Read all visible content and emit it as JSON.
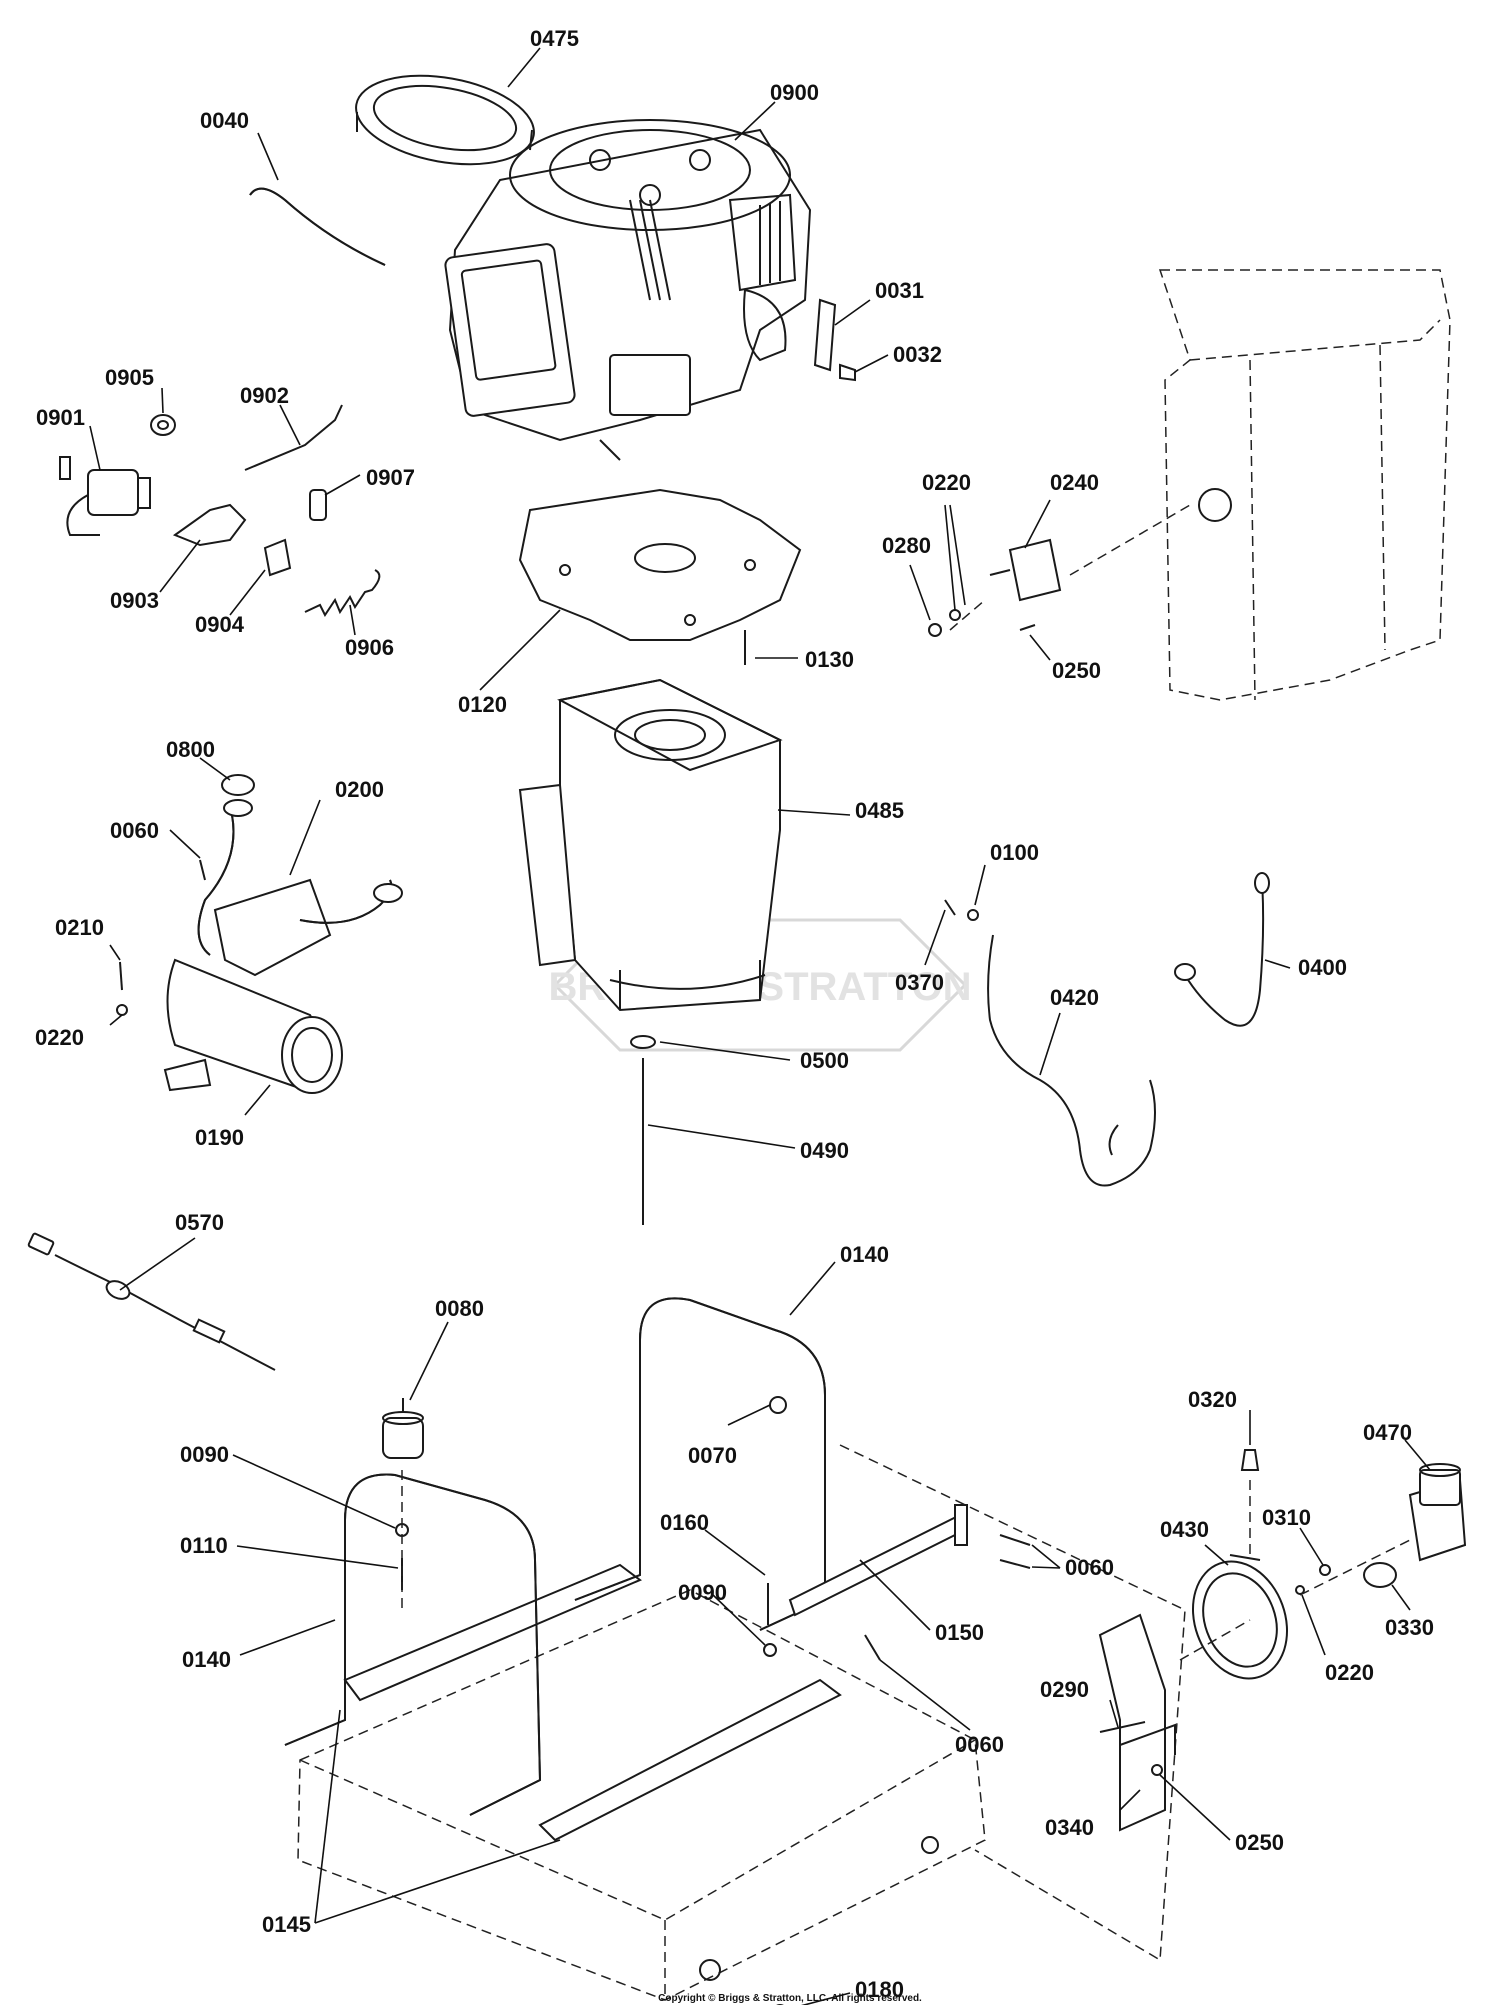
{
  "labels": {
    "p0475": "0475",
    "p0040": "0040",
    "p0900": "0900",
    "p0031": "0031",
    "p0032": "0032",
    "p0905": "0905",
    "p0902": "0902",
    "p0901": "0901",
    "p0907": "0907",
    "p0903": "0903",
    "p0904": "0904",
    "p0906": "0906",
    "p0120": "0120",
    "p0130": "0130",
    "p0220a": "0220",
    "p0240": "0240",
    "p0280": "0280",
    "p0250a": "0250",
    "p0800": "0800",
    "p0200": "0200",
    "p0060a": "0060",
    "p0210": "0210",
    "p0220b": "0220",
    "p0190": "0190",
    "p0485": "0485",
    "p0100": "0100",
    "p0370": "0370",
    "p0400": "0400",
    "p0420": "0420",
    "p0500": "0500",
    "p0490": "0490",
    "p0570": "0570",
    "p0140a": "0140",
    "p0080": "0080",
    "p0070": "0070",
    "p0090a": "0090",
    "p0110": "0110",
    "p0140b": "0140",
    "p0160": "0160",
    "p0090b": "0090",
    "p0060b": "0060",
    "p0150": "0150",
    "p0060c": "0060",
    "p0145": "0145",
    "p0180": "0180",
    "p0320": "0320",
    "p0470": "0470",
    "p0430": "0430",
    "p0310": "0310",
    "p0330": "0330",
    "p0220c": "0220",
    "p0290": "0290",
    "p0340": "0340",
    "p0250b": "0250"
  },
  "watermark": "BRIGGS & STRATTON",
  "copyright": "Copyright © Briggs & Stratton, LLC. All rights reserved."
}
